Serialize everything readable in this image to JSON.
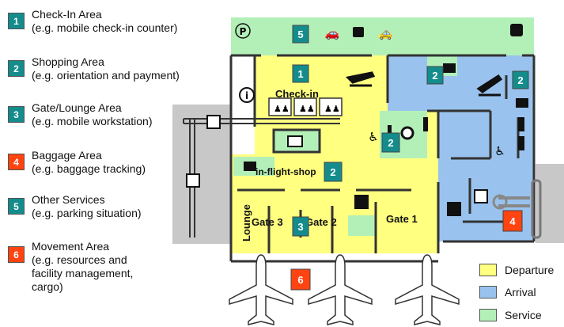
{
  "colors": {
    "departure": "#ffff80",
    "arrival": "#99c3ee",
    "service": "#b3f0b8",
    "badge_teal": "#148c8c",
    "badge_red": "#ff4411",
    "corridor": "#c8c8c8"
  },
  "legend": [
    {
      "num": "1",
      "title": "Check-In Area",
      "desc": "(e.g. mobile check-in counter)",
      "color": "teal"
    },
    {
      "num": "2",
      "title": "Shopping Area",
      "desc": "(e.g. orientation and payment)",
      "color": "teal"
    },
    {
      "num": "3",
      "title": "Gate/Lounge Area",
      "desc": "(e.g. mobile workstation)",
      "color": "teal"
    },
    {
      "num": "4",
      "title": "Baggage Area",
      "desc": "(e.g. baggage tracking)",
      "color": "red"
    },
    {
      "num": "5",
      "title": "Other Services",
      "desc": "(e.g. parking situation)",
      "color": "teal"
    },
    {
      "num": "6",
      "title": "Movement Area",
      "desc": "(e.g. resources and facility management, cargo)",
      "color": "red"
    }
  ],
  "plan": {
    "checkin_label": "Check-in",
    "shop_label": "in-flight-shop",
    "lounge_label": "Lounge",
    "gate3_label": "Gate 3",
    "gate2_label": "Gate 2",
    "gate1_label": "Gate 1",
    "badges": {
      "parking": "5",
      "checkin": "1",
      "arrival_top": "2",
      "arrival_right": "2",
      "center": "2",
      "shop": "2",
      "gate": "3",
      "baggage": "4",
      "apron": "6"
    },
    "icons": [
      "parking-icon",
      "car-icon",
      "bus-icon",
      "taxi-icon",
      "info-icon",
      "departure-plane-icon",
      "arrival-plane-icon",
      "shopping-cart-icon",
      "duty-free-icon",
      "restaurant-icon",
      "restroom-icon",
      "baggage-icon",
      "wheelchair-icon",
      "book-icon",
      "escalator-icon",
      "airplane-icon"
    ]
  },
  "key": [
    {
      "label": "Departure",
      "color": "departure"
    },
    {
      "label": "Arrival",
      "color": "arrival"
    },
    {
      "label": "Service",
      "color": "service"
    }
  ]
}
